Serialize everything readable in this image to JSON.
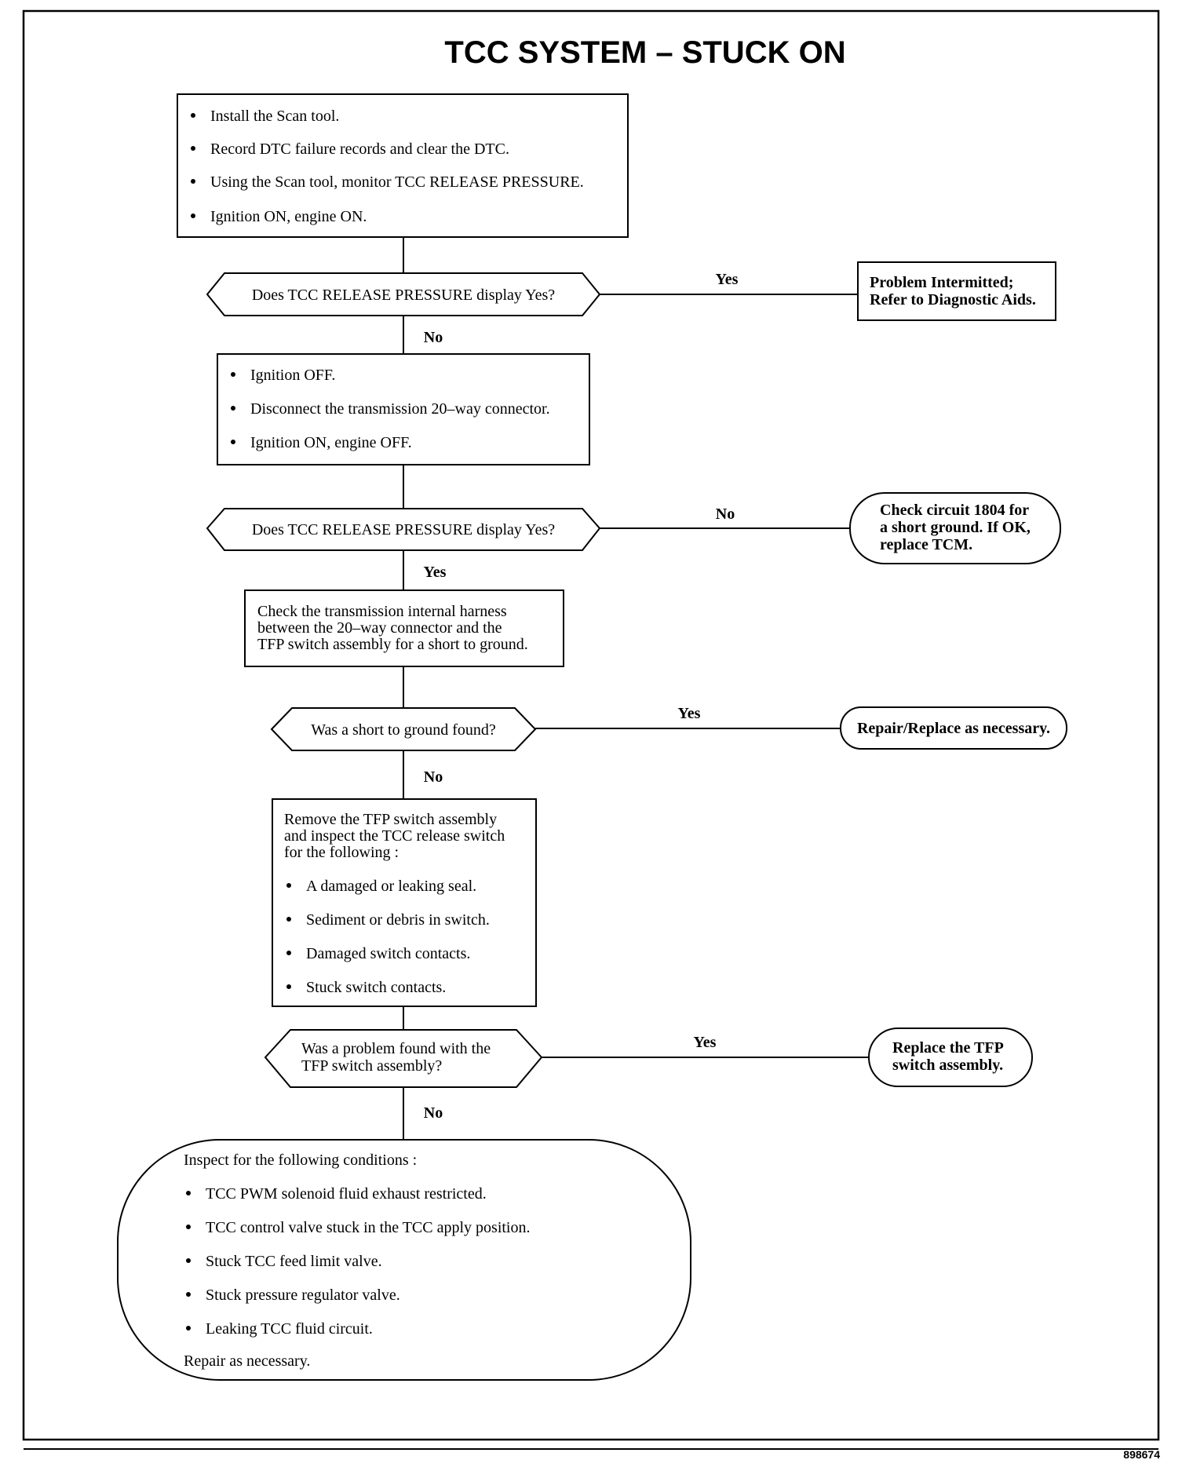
{
  "title": "TCC SYSTEM – STUCK ON",
  "figure_number": "898674",
  "step1": {
    "bullets": [
      "Install the Scan tool.",
      "Record DTC failure records and clear the DTC.",
      "Using the Scan tool, monitor TCC RELEASE PRESSURE.",
      "Ignition ON, engine ON."
    ]
  },
  "decision1": {
    "question": "Does TCC RELEASE PRESSURE display Yes?",
    "yes_label": "Yes",
    "no_label": "No"
  },
  "result1": {
    "lines": [
      "Problem Intermitted;",
      "Refer to Diagnostic Aids."
    ]
  },
  "step2": {
    "bullets": [
      "Ignition OFF.",
      "Disconnect the transmission 20–way connector.",
      "Ignition ON, engine OFF."
    ]
  },
  "decision2": {
    "question": "Does TCC RELEASE PRESSURE display Yes?",
    "no_label": "No",
    "yes_label": "Yes"
  },
  "result2": {
    "lines": [
      "Check circuit 1804 for",
      "a short ground. If OK,",
      "replace TCM."
    ]
  },
  "step3": {
    "lines": [
      "Check the transmission internal harness",
      "between the 20–way connector and the",
      "TFP switch assembly for a short to ground."
    ]
  },
  "decision3": {
    "question": "Was a short to ground found?",
    "yes_label": "Yes",
    "no_label": "No"
  },
  "result3": {
    "text": "Repair/Replace as necessary."
  },
  "step4": {
    "lines": [
      "Remove the TFP switch assembly",
      "and inspect the TCC release switch",
      "for the following :"
    ],
    "bullets": [
      "A damaged or leaking seal.",
      "Sediment or debris in switch.",
      "Damaged switch contacts.",
      "Stuck switch contacts."
    ]
  },
  "decision4": {
    "lines": [
      "Was a problem found with the",
      "TFP switch assembly?"
    ],
    "yes_label": "Yes",
    "no_label": "No"
  },
  "result4": {
    "lines": [
      "Replace the TFP",
      "switch assembly."
    ]
  },
  "final": {
    "heading": "Inspect for the following conditions :",
    "bullets": [
      "TCC PWM solenoid fluid exhaust restricted.",
      "TCC control valve stuck in the TCC apply position.",
      "Stuck TCC feed limit valve.",
      "Stuck pressure regulator valve.",
      "Leaking TCC fluid circuit."
    ],
    "footer": "Repair as necessary."
  }
}
